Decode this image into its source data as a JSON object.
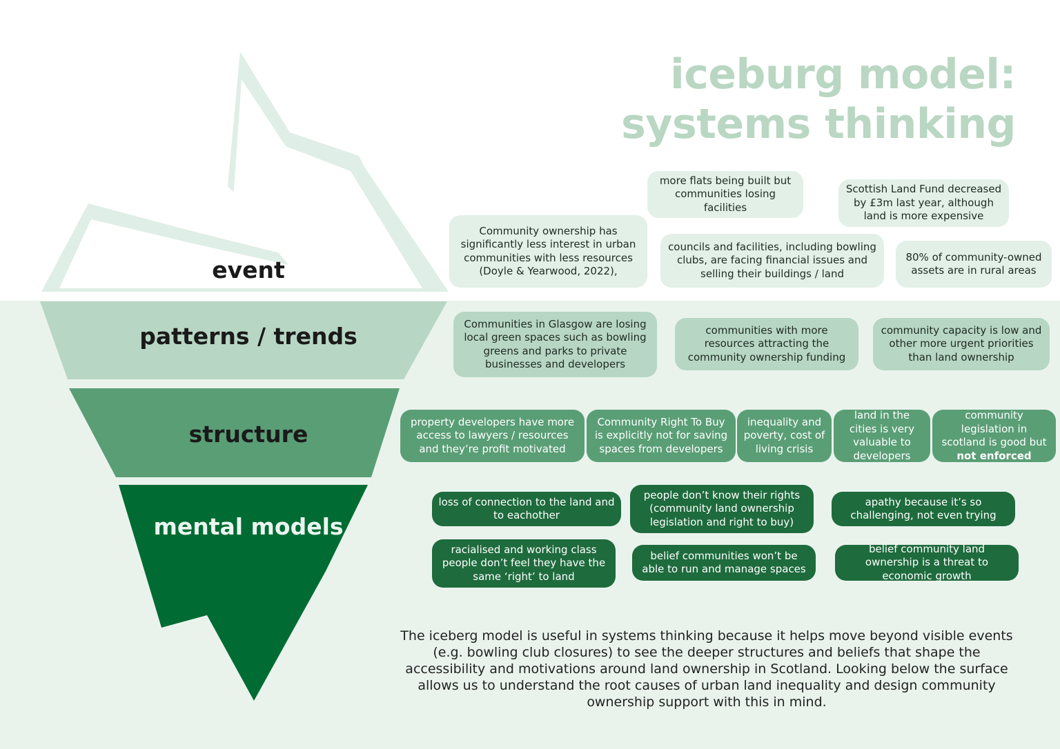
{
  "title": {
    "line1": "iceburg model:",
    "line2": "systems thinking"
  },
  "colors": {
    "title": "#b9d7c2",
    "water": "#e9f3ec",
    "peak": "#dfeee6",
    "patterns": "#b7d6c3",
    "structure": "#5a9e76",
    "mental_models": "#006b33"
  },
  "layers": {
    "event": "event",
    "patterns": "patterns / trends",
    "structure": "structure",
    "mental_models": "mental models"
  },
  "event_notes": [
    "more flats being built but communities losing facilities",
    "Scottish Land Fund decreased by £3m last year, although land is more expensive",
    "Community ownership has significantly less interest in urban communities with less resources (Doyle & Yearwood, 2022),",
    "councils and facilities, including bowling clubs, are facing financial issues and selling their buildings / land",
    "80% of community-owned assets are in rural areas"
  ],
  "pattern_notes": [
    "Communities in Glasgow are losing local green spaces such as bowling greens and parks to private businesses and developers",
    "communities with more resources attracting the community ownership funding",
    "community capacity is low and other more urgent priorities than land ownership"
  ],
  "structure_notes": [
    "property developers have more access to lawyers / resources and they’re profit motivated",
    "Community Right To Buy is explicitly not for saving spaces from developers",
    "inequality and poverty, cost of living crisis",
    "land in the cities is very valuable to developers"
  ],
  "structure_legislation": {
    "prefix": "community legislation in scotland is good but ",
    "emphasis": "not enforced"
  },
  "mental_notes": [
    "loss of connection to the land and to eachother",
    "people don’t know their rights (community land ownership legislation and right to buy)",
    "apathy because it’s so challenging, not even trying",
    "racialised and working class people don’t feel they have the same ‘right’ to land",
    "belief communities won’t be able to run and manage spaces",
    "belief community land ownership is a threat to economic growth"
  ],
  "summary": "The iceberg model is useful in systems thinking because it helps move beyond visible events (e.g. bowling club closures) to see the deeper structures and beliefs that shape the accessibility and motivations around land ownership in Scotland. Looking below the surface allows us to understand the root causes of urban land inequality and design community ownership support with this in mind."
}
